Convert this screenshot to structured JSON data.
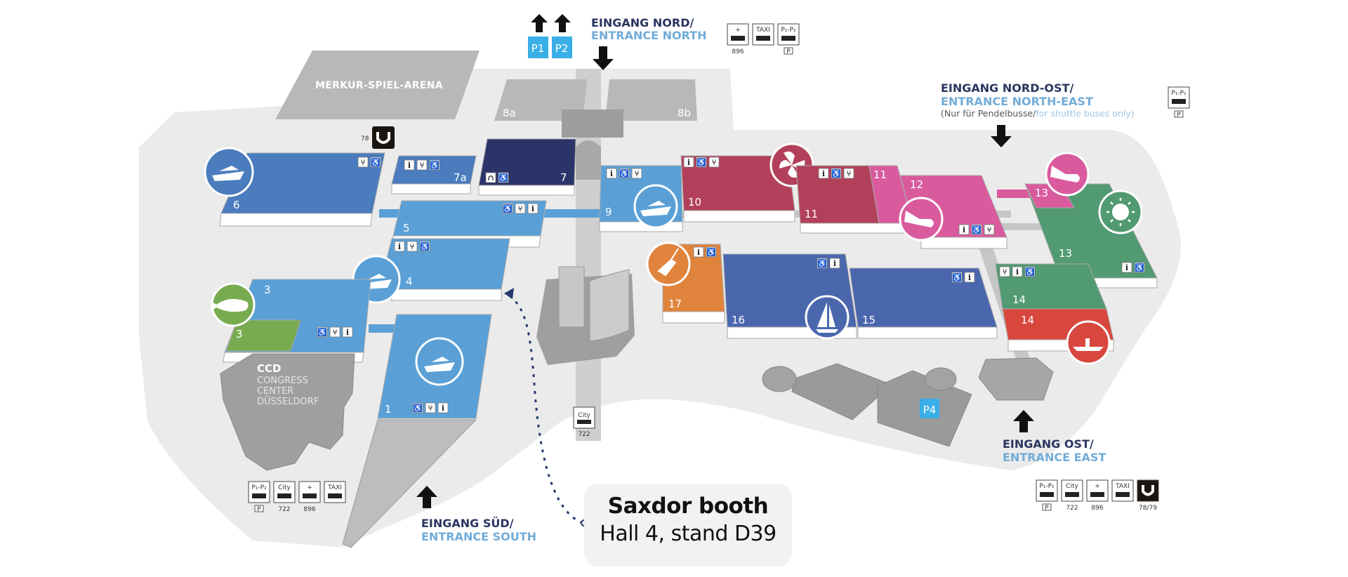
{
  "map": {
    "colors": {
      "ground": "#ebebeb",
      "building_gray": "#b4b4b4",
      "hall_blue_dark": "#4a7cbe",
      "hall_blue_light": "#5aa0d6",
      "hall_navy": "#2b3468",
      "hall_crimson": "#b3405a",
      "hall_pink": "#d95b9e",
      "hall_green": "#519a72",
      "hall_lime": "#78ab4f",
      "hall_orange": "#e0833c",
      "hall_indigo": "#4a67ae",
      "hall_red": "#d8473e",
      "parking_blue": "#3aaee6",
      "entrance_dark": "#2b3560",
      "entrance_light": "#72acd8"
    },
    "venues": {
      "arena": "MERKUR-SPIEL-ARENA",
      "hall_8a": "8a",
      "hall_8b": "8b",
      "ccd_title": "CCD",
      "ccd_line1": "CONGRESS",
      "ccd_line2": "CENTER",
      "ccd_line3": "DÜSSELDORF"
    },
    "halls": [
      {
        "id": "6",
        "label": "6",
        "theme": "motorboat",
        "amenities": [
          "restaurant",
          "wheelchair"
        ]
      },
      {
        "id": "7a",
        "label": "7a",
        "amenities": [
          "info",
          "restaurant",
          "wheelchair"
        ]
      },
      {
        "id": "7",
        "label": "7",
        "amenities": [
          "chapel",
          "wheelchair"
        ]
      },
      {
        "id": "5",
        "label": "5",
        "amenities": [
          "wheelchair",
          "restaurant",
          "info"
        ]
      },
      {
        "id": "4",
        "label": "4",
        "theme": "motorboat",
        "amenities": [
          "info",
          "restaurant",
          "wheelchair"
        ]
      },
      {
        "id": "3",
        "label": "3",
        "amenities": [
          "wheelchair",
          "restaurant",
          "info"
        ]
      },
      {
        "id": "3-fishing",
        "label": "3",
        "theme": "fishing"
      },
      {
        "id": "1",
        "label": "1",
        "theme": "motorboat",
        "amenities": [
          "wheelchair",
          "restaurant",
          "info"
        ]
      },
      {
        "id": "9",
        "label": "9",
        "theme": "motorboat",
        "amenities": [
          "info",
          "wheelchair",
          "restaurant"
        ]
      },
      {
        "id": "10",
        "label": "10",
        "theme": "propeller",
        "amenities": [
          "info",
          "wheelchair",
          "restaurant"
        ]
      },
      {
        "id": "11",
        "label": "11",
        "amenities": [
          "info",
          "wheelchair",
          "restaurant"
        ]
      },
      {
        "id": "11-pink",
        "label": "11"
      },
      {
        "id": "12",
        "label": "12",
        "theme": "diving",
        "amenities": [
          "info",
          "wheelchair",
          "restaurant"
        ]
      },
      {
        "id": "13-pink",
        "label": "13",
        "theme": "diving"
      },
      {
        "id": "13",
        "label": "13",
        "theme": "sun",
        "amenities": [
          "info",
          "wheelchair"
        ]
      },
      {
        "id": "14",
        "label": "14",
        "amenities": [
          "restaurant",
          "info",
          "wheelchair"
        ]
      },
      {
        "id": "14-red",
        "label": "14",
        "theme": "canoe"
      },
      {
        "id": "15",
        "label": "15",
        "amenities": [
          "wheelchair",
          "info"
        ]
      },
      {
        "id": "16",
        "label": "16",
        "theme": "sailing",
        "amenities": [
          "wheelchair",
          "info"
        ]
      },
      {
        "id": "17",
        "label": "17",
        "theme": "kitesurf",
        "amenities": [
          "info",
          "wheelchair"
        ]
      }
    ],
    "entrances": {
      "north": {
        "de": "EINGANG NORD/",
        "en": "ENTRANCE NORTH"
      },
      "north_east": {
        "de": "EINGANG NORD-OST/",
        "en": "ENTRANCE NORTH-EAST",
        "note_de": "(Nur für Pendelbusse/",
        "note_en": "for shuttle buses only)"
      },
      "south": {
        "de": "EINGANG SÜD/",
        "en": "ENTRANCE SOUTH"
      },
      "east": {
        "de": "EINGANG OST/",
        "en": "ENTRANCE EAST"
      }
    },
    "parking": {
      "p1": "P1",
      "p2": "P2",
      "p4": "P4"
    },
    "transport": {
      "north": [
        {
          "icon": "airport-bus-icon",
          "label": "896"
        },
        {
          "icon": "taxi-icon",
          "label": "TAXI"
        },
        {
          "icon": "shuttle-bus-icon",
          "label": "P"
        }
      ],
      "north_east": [
        {
          "icon": "shuttle-bus-icon",
          "label": "P"
        }
      ],
      "tram_78": "78",
      "city_bus_722": "722",
      "south": [
        {
          "icon": "shuttle-bus-icon",
          "label": "P"
        },
        {
          "icon": "city-bus-icon",
          "label": "722"
        },
        {
          "icon": "airport-bus-icon",
          "label": "896"
        },
        {
          "icon": "taxi-icon",
          "label": ""
        }
      ],
      "east": [
        {
          "icon": "shuttle-bus-icon",
          "label": "P"
        },
        {
          "icon": "city-bus-icon",
          "label": "722"
        },
        {
          "icon": "airport-bus-icon",
          "label": "896"
        },
        {
          "icon": "taxi-icon",
          "label": ""
        },
        {
          "icon": "tram-icon",
          "label": "78/79"
        }
      ]
    },
    "icon_text": {
      "info": "i",
      "city": "City",
      "taxi": "TAXI",
      "shuttle": "P₁-P₂",
      "plus": "+"
    }
  },
  "booth": {
    "title": "Saxdor booth",
    "location": "Hall 4, stand D39"
  }
}
